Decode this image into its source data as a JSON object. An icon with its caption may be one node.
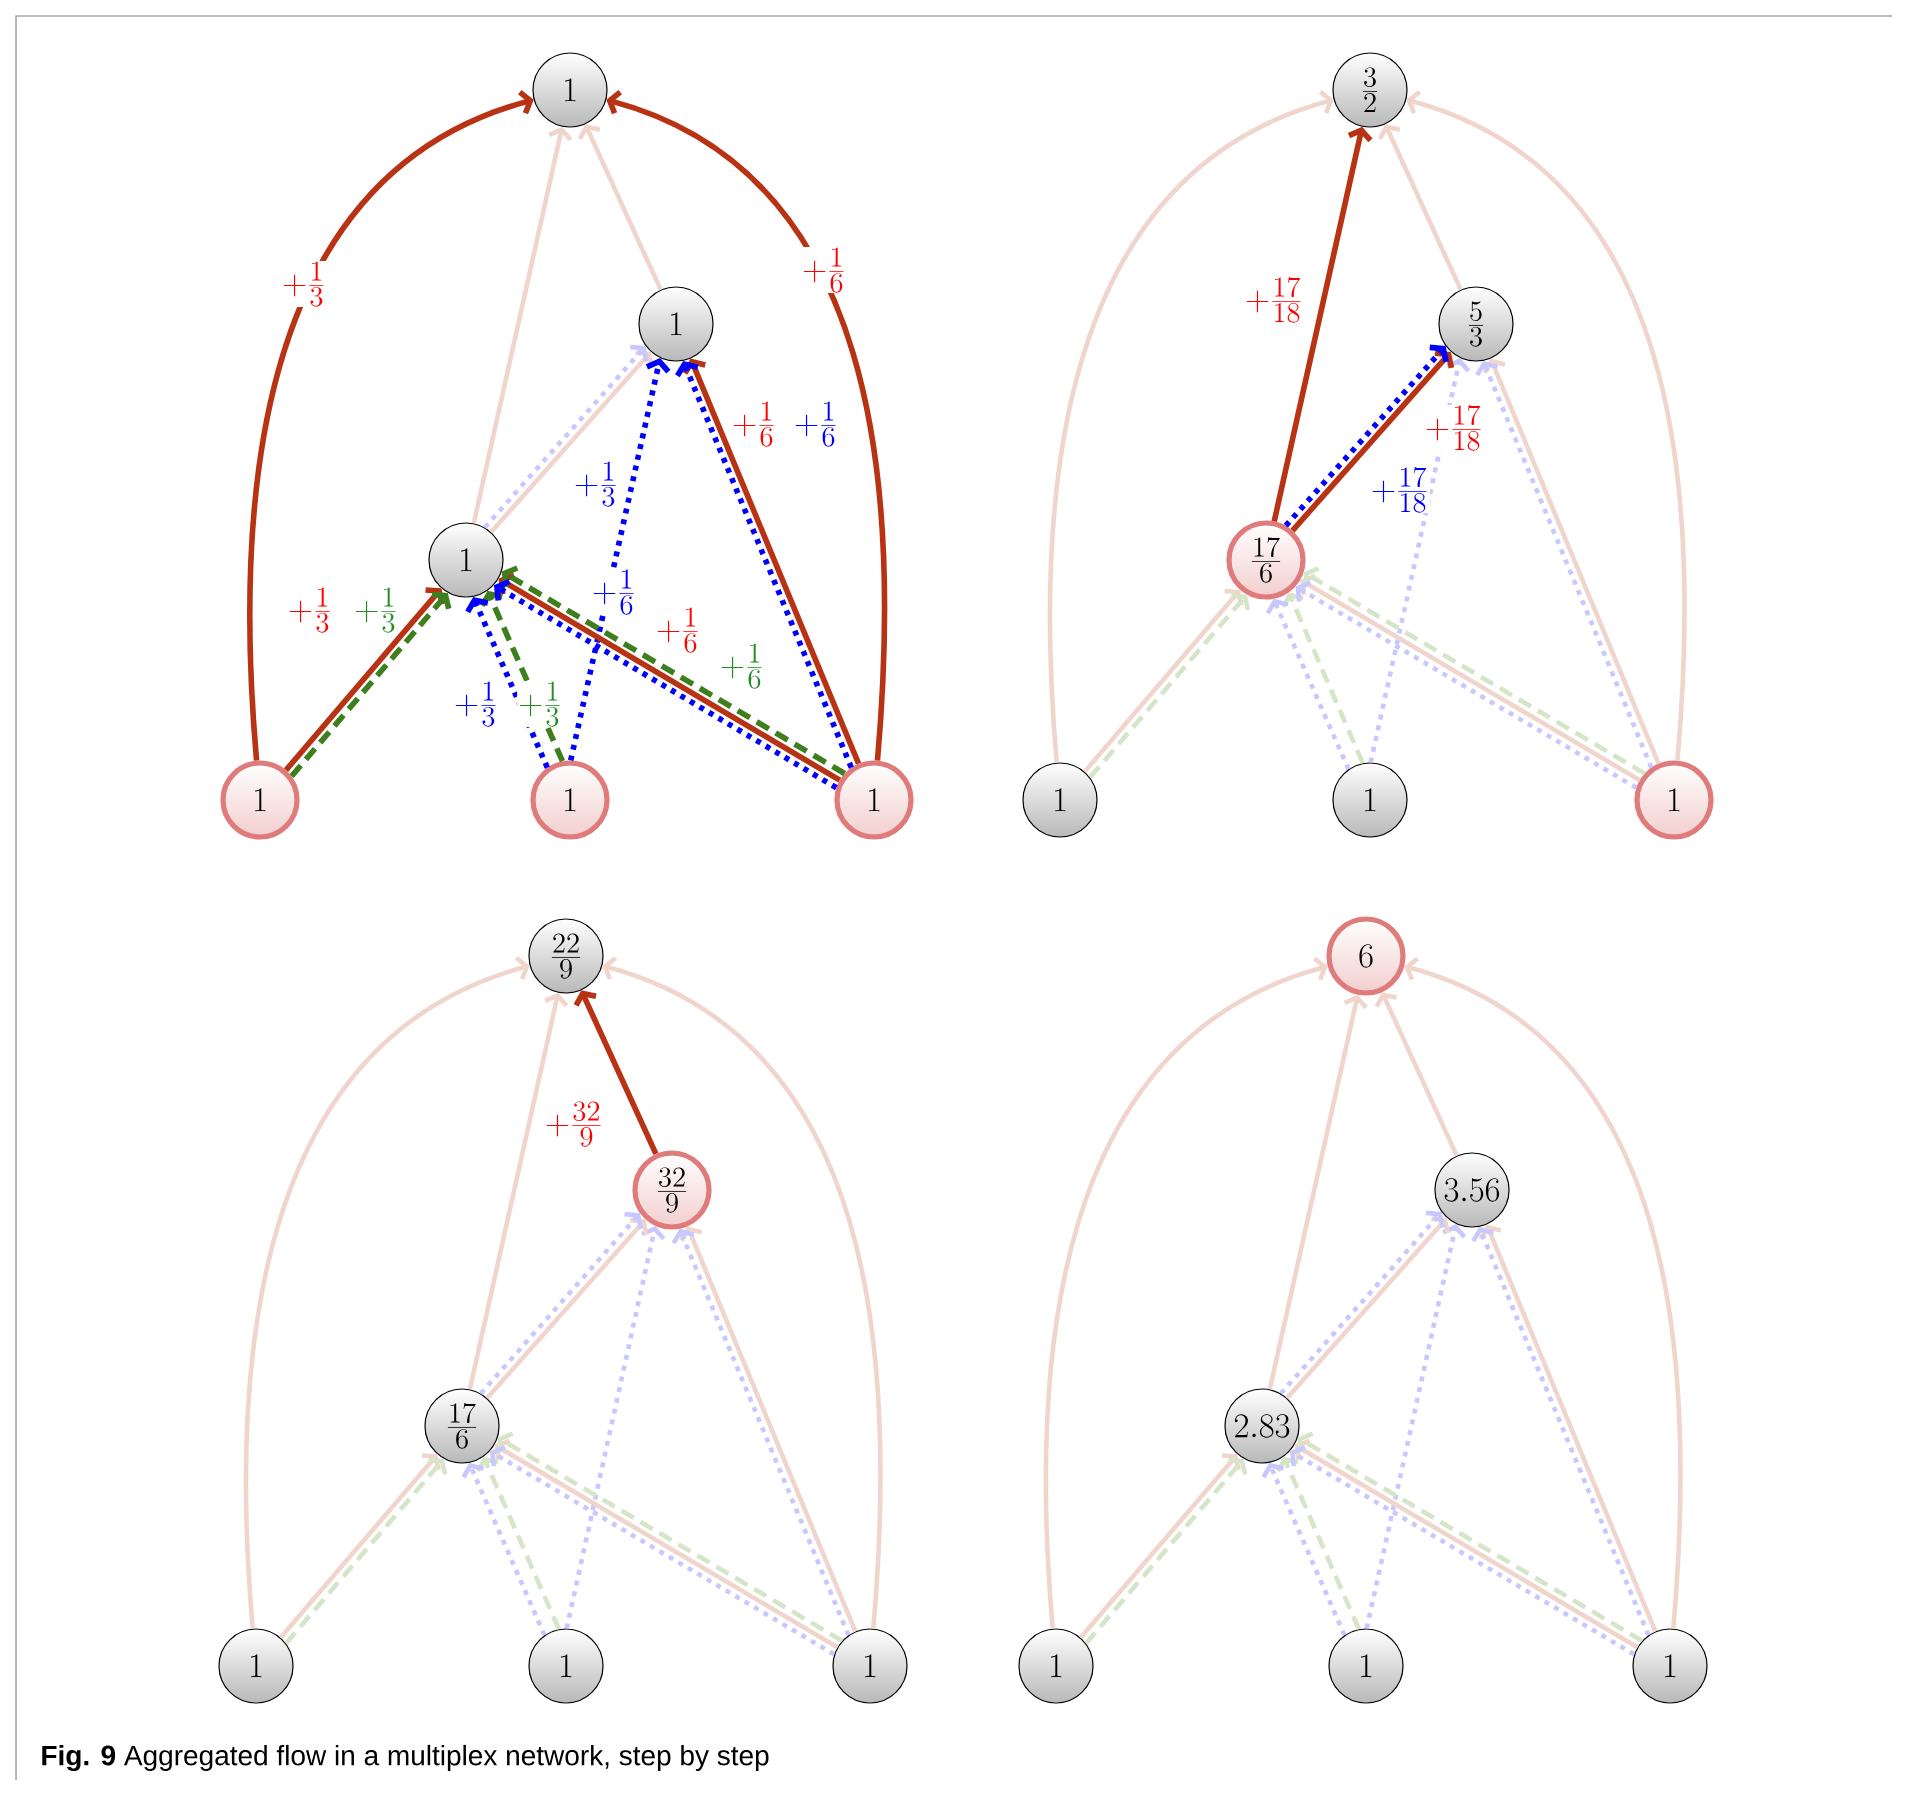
{
  "diagram": {
    "caption": "**Fig. 9** Aggregated flow in a multiplex network, step by step",
    "nodes": [
      {
        "text": [
          "1"
        ]
      },
      {
        "text": [
          "1"
        ]
      },
      {
        "text": [
          "1"
        ]
      },
      {
        "text": [
          "1"
        ]
      },
      {
        "text": [
          "1"
        ]
      },
      {
        "text": [
          "1"
        ]
      },
      {
        "text": [
          "\\frac{3}{2}"
        ]
      },
      {
        "text": [
          "\\frac{5}{3}"
        ]
      },
      {
        "text": [
          "\\frac{17}{6}"
        ]
      },
      {
        "text": [
          "1"
        ]
      },
      {
        "text": [
          "1"
        ]
      },
      {
        "text": [
          "1"
        ]
      },
      {
        "text": [
          "\\frac{22}{9}"
        ]
      },
      {
        "text": [
          "\\frac{32}{9}"
        ]
      },
      {
        "text": [
          "\\frac{17}{6}"
        ]
      },
      {
        "text": [
          "1"
        ]
      },
      {
        "text": [
          "1"
        ]
      },
      {
        "text": [
          "1"
        ]
      },
      {
        "text": [
          "6"
        ]
      },
      {
        "text": [
          "3.56"
        ]
      },
      {
        "text": [
          "2.83"
        ]
      },
      {
        "text": [
          "1"
        ]
      },
      {
        "text": [
          "1"
        ]
      },
      {
        "text": [
          "1"
        ]
      }
    ],
    "edges": [
      {
        "from": 3,
        "to": 0,
        "arrow": "to",
        "color": "#b83214",
        "label": "+\\frac{1}{3}"
      },
      {
        "from": 3,
        "to": 2,
        "arrow": "to",
        "color": "#b83214",
        "label": "+\\frac{1}{3}"
      },
      {
        "from": 3,
        "to": 2,
        "arrow": "to",
        "color": "#3d7f1c",
        "style": "dashed",
        "label": "+\\frac{1}{3}"
      },
      {
        "from": 4,
        "to": 2,
        "arrow": "to",
        "color": "#3d7f1c",
        "style": "dashed",
        "label": "+\\frac{1}{3}"
      },
      {
        "from": 4,
        "to": 2,
        "arrow": "to",
        "color": "#0000ff",
        "style": "dashed",
        "label": "+\\frac{1}{3}"
      },
      {
        "from": 4,
        "to": 1,
        "arrow": "to",
        "color": "#0000ff",
        "style": "dashed",
        "label": "+\\frac{1}{3}"
      },
      {
        "from": 2,
        "to": 0,
        "arrow": "to",
        "color": "#f0d5cd"
      },
      {
        "from": 2,
        "to": 1,
        "arrow": "to",
        "color": "#f0d5cd"
      },
      {
        "from": 2,
        "to": 1,
        "arrow": "to",
        "color": "#c8c8ff",
        "style": "dashed"
      },
      {
        "from": 1,
        "to": 0,
        "arrow": "to",
        "color": "#f0d5cd"
      },
      {
        "from": 5,
        "to": 2,
        "arrow": "to",
        "color": "#b83214",
        "label": "+\\frac{1}{6}"
      },
      {
        "from": 5,
        "to": 2,
        "arrow": "to",
        "color": "#3d7f1c",
        "style": "dashed",
        "label": "+\\frac{1}{6}"
      },
      {
        "from": 5,
        "to": 2,
        "arrow": "to",
        "color": "#0000ff",
        "style": "dashed",
        "label": "+\\frac{1}{6}"
      },
      {
        "from": 5,
        "to": 1,
        "arrow": "to",
        "color": "#b83214",
        "label": "+\\frac{1}{6}"
      },
      {
        "from": 5,
        "to": 1,
        "arrow": "to",
        "color": "#0000ff",
        "style": "dashed",
        "label": "+\\frac{1}{6}"
      },
      {
        "from": 5,
        "to": 0,
        "arrow": "to",
        "color": "#b83214",
        "label": "+\\frac{1}{6}"
      },
      {
        "from": 9,
        "to": 6,
        "arrow": "to",
        "color": "#f0d5cd"
      },
      {
        "from": 9,
        "to": 8,
        "arrow": "to",
        "color": "#f0d5cd"
      },
      {
        "from": 9,
        "to": 8,
        "arrow": "to",
        "color": "#d5e5c8",
        "style": "dashed"
      },
      {
        "from": 10,
        "to": 8,
        "arrow": "to",
        "color": "#d5e5c8",
        "style": "dashed"
      },
      {
        "from": 10,
        "to": 8,
        "arrow": "to",
        "color": "#c8c8ff",
        "style": "dashed"
      },
      {
        "from": 10,
        "to": 7,
        "arrow": "to",
        "color": "#c8c8ff",
        "style": "dashed"
      },
      {
        "from": 8,
        "to": 6,
        "arrow": "to",
        "color": "#b83214",
        "label": "+\\frac{17}{18}"
      },
      {
        "from": 8,
        "to": 7,
        "arrow": "to",
        "color": "#b83214",
        "label": "+\\frac{17}{18}"
      },
      {
        "from": 8,
        "to": 7,
        "arrow": "to",
        "color": "#0000ff",
        "style": "dashed",
        "label": "+\\frac{17}{18}"
      },
      {
        "from": 7,
        "to": 6,
        "arrow": "to",
        "color": "#f0d5cd"
      },
      {
        "from": 11,
        "to": 8,
        "arrow": "to",
        "color": "#f0d5cd"
      },
      {
        "from": 11,
        "to": 8,
        "arrow": "to",
        "color": "#d5e5c8",
        "style": "dashed"
      },
      {
        "from": 11,
        "to": 8,
        "arrow": "to",
        "color": "#c8c8ff",
        "style": "dashed"
      },
      {
        "from": 11,
        "to": 7,
        "arrow": "to",
        "color": "#f0d5cd"
      },
      {
        "from": 11,
        "to": 7,
        "arrow": "to",
        "color": "#c8c8ff",
        "style": "dashed"
      },
      {
        "from": 11,
        "to": 6,
        "arrow": "to",
        "color": "#f0d5cd"
      },
      {
        "from": 15,
        "to": 12,
        "arrow": "to",
        "color": "#f0d5cd"
      },
      {
        "from": 15,
        "to": 14,
        "arrow": "to",
        "color": "#f0d5cd"
      },
      {
        "from": 15,
        "to": 14,
        "arrow": "to",
        "color": "#d5e5c8",
        "style": "dashed"
      },
      {
        "from": 16,
        "to": 14,
        "arrow": "to",
        "color": "#d5e5c8",
        "style": "dashed"
      },
      {
        "from": 16,
        "to": 14,
        "arrow": "to",
        "color": "#c8c8ff",
        "style": "dashed"
      },
      {
        "from": 16,
        "to": 13,
        "arrow": "to",
        "color": "#c8c8ff",
        "style": "dashed"
      },
      {
        "from": 14,
        "to": 12,
        "arrow": "to",
        "color": "#f0d5cd"
      },
      {
        "from": 14,
        "to": 13,
        "arrow": "to",
        "color": "#f0d5cd"
      },
      {
        "from": 14,
        "to": 13,
        "arrow": "to",
        "color": "#c8c8ff",
        "style": "dashed"
      },
      {
        "from": 13,
        "to": 12,
        "arrow": "to",
        "color": "#b83214",
        "label": "+\\frac{32}{9}"
      },
      {
        "from": 17,
        "to": 14,
        "arrow": "to",
        "color": "#f0d5cd"
      },
      {
        "from": 17,
        "to": 14,
        "arrow": "to",
        "color": "#d5e5c8",
        "style": "dashed"
      },
      {
        "from": 17,
        "to": 14,
        "arrow": "to",
        "color": "#c8c8ff",
        "style": "dashed"
      },
      {
        "from": 17,
        "to": 13,
        "arrow": "to",
        "color": "#f0d5cd"
      },
      {
        "from": 17,
        "to": 13,
        "arrow": "to",
        "color": "#c8c8ff",
        "style": "dashed"
      },
      {
        "from": 17,
        "to": 12,
        "arrow": "to",
        "color": "#f0d5cd"
      },
      {
        "from": 21,
        "to": 18,
        "arrow": "to",
        "color": "#f0d5cd"
      },
      {
        "from": 21,
        "to": 20,
        "arrow": "to",
        "color": "#f0d5cd"
      },
      {
        "from": 21,
        "to": 20,
        "arrow": "to",
        "color": "#d5e5c8",
        "style": "dashed"
      },
      {
        "from": 22,
        "to": 20,
        "arrow": "to",
        "color": "#d5e5c8",
        "style": "dashed"
      },
      {
        "from": 22,
        "to": 20,
        "arrow": "to",
        "color": "#c8c8ff",
        "style": "dashed"
      },
      {
        "from": 22,
        "to": 19,
        "arrow": "to",
        "color": "#c8c8ff",
        "style": "dashed"
      },
      {
        "from": 20,
        "to": 18,
        "arrow": "to",
        "color": "#f0d5cd"
      },
      {
        "from": 20,
        "to": 19,
        "arrow": "to",
        "color": "#f0d5cd"
      },
      {
        "from": 20,
        "to": 19,
        "arrow": "to",
        "color": "#c8c8ff",
        "style": "dashed"
      },
      {
        "from": 19,
        "to": 18,
        "arrow": "to",
        "color": "#f0d5cd"
      },
      {
        "from": 23,
        "to": 20,
        "arrow": "to",
        "color": "#f0d5cd"
      },
      {
        "from": 23,
        "to": 20,
        "arrow": "to",
        "color": "#d5e5c8",
        "style": "dashed"
      },
      {
        "from": 23,
        "to": 20,
        "arrow": "to",
        "color": "#c8c8ff",
        "style": "dashed"
      },
      {
        "from": 23,
        "to": 19,
        "arrow": "to",
        "color": "#f0d5cd"
      },
      {
        "from": 23,
        "to": 19,
        "arrow": "to",
        "color": "#c8c8ff",
        "style": "dashed"
      },
      {
        "from": 23,
        "to": 18,
        "arrow": "to",
        "color": "#f0d5cd"
      }
    ]
  }
}
